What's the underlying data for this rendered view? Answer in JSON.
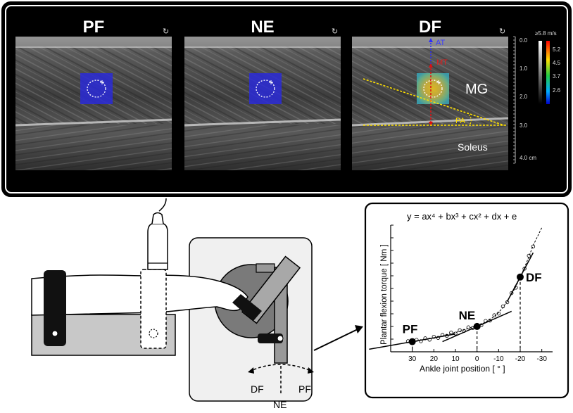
{
  "ultrasound": {
    "panels": [
      {
        "label": "PF"
      },
      {
        "label": "NE"
      },
      {
        "label": "DF"
      }
    ],
    "annotations": {
      "at": "AT",
      "mt": "MT",
      "pa": "PA",
      "mg": "MG",
      "soleus": "Soleus"
    },
    "depth_scale": [
      "0.0",
      "1.0",
      "2.0",
      "3.0",
      "4.0 cm"
    ],
    "velocity_scale": {
      "max": "≥5.8 m/s",
      "ticks": [
        "5.2",
        "4.5",
        "3.7",
        "2.6"
      ]
    },
    "colors": {
      "at": "#1a1aff",
      "mt": "#e01010",
      "pa": "#ffe000"
    }
  },
  "setup": {
    "labels": {
      "df": "DF",
      "ne": "NE",
      "pf": "PF"
    }
  },
  "chart_data": {
    "type": "scatter",
    "title": "y = ax⁴ + bx³ + cx² + dx + e",
    "xlabel": "Ankle joint position [ ° ]",
    "ylabel": "Plantar flexion torque [ Nm ]",
    "x_tick_labels": [
      "30",
      "20",
      "10",
      "0",
      "-10",
      "-20",
      "-30"
    ],
    "x_ticks": [
      30,
      20,
      10,
      0,
      -10,
      -20,
      -30
    ],
    "xlim": [
      40,
      -35
    ],
    "ylim": [
      0,
      100
    ],
    "points": [
      {
        "label": "PF",
        "x": 30,
        "y": 8
      },
      {
        "label": "NE",
        "x": 0,
        "y": 20
      },
      {
        "label": "DF",
        "x": -20,
        "y": 59
      }
    ],
    "scatter_x": [
      32,
      30,
      28,
      26,
      24,
      22,
      20,
      18,
      16,
      14,
      12,
      10,
      8,
      6,
      4,
      2,
      0,
      -2,
      -4,
      -6,
      -8,
      -10,
      -12,
      -14,
      -16,
      -18,
      -20,
      -22,
      -24,
      -26
    ],
    "scatter_y": [
      7.5,
      8,
      8.6,
      9.2,
      9.8,
      10.4,
      11,
      11.8,
      12.5,
      13.4,
      14.3,
      15.2,
      16.2,
      17.3,
      18.5,
      19.6,
      20.5,
      21.8,
      23.5,
      25.5,
      28,
      31,
      35,
      40,
      45.5,
      51.5,
      59,
      66.5,
      75,
      84
    ]
  }
}
